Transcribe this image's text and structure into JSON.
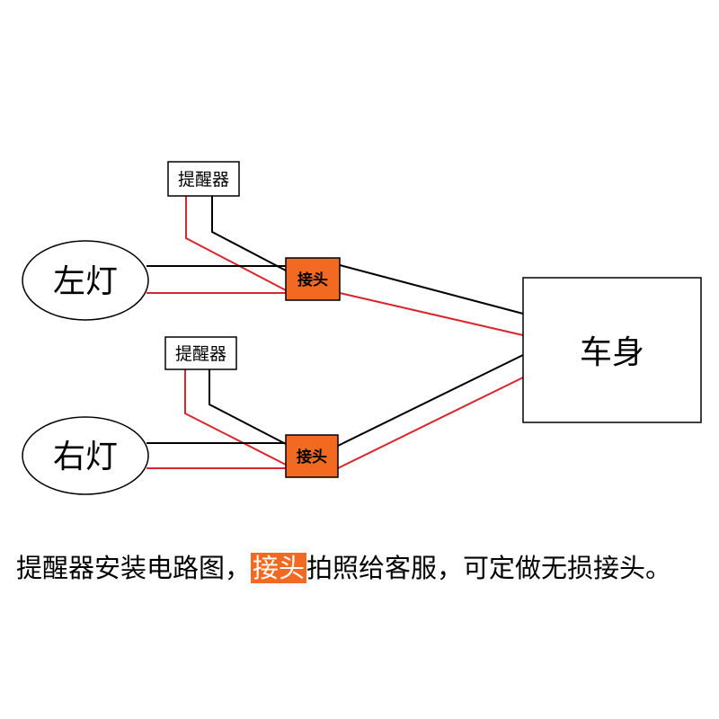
{
  "diagram": {
    "reminder_top_label": "提醒器",
    "reminder_bottom_label": "提醒器",
    "left_lamp_label": "左灯",
    "right_lamp_label": "右灯",
    "connector_top_label": "接头",
    "connector_bottom_label": "接头",
    "body_label": "车身"
  },
  "caption": {
    "before": "提醒器安装电路图，",
    "highlight": "接头",
    "after": "拍照给客服，可定做无损接头。"
  },
  "colors": {
    "connector_fill": "#f26a21",
    "red_wire": "#d9262c",
    "black_wire": "#000000",
    "caption_highlight": "#f26a21"
  }
}
